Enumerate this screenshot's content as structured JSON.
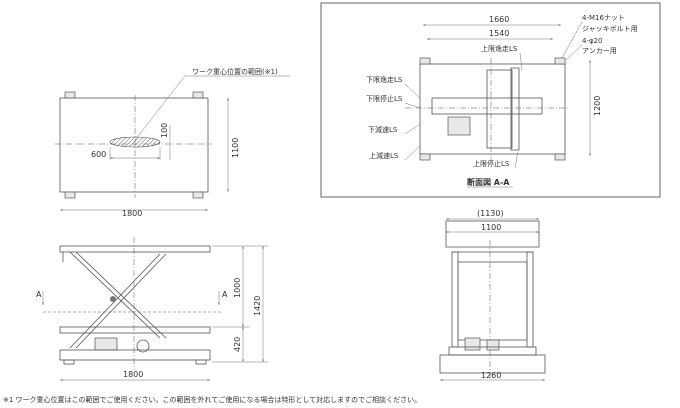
{
  "top_view": {
    "label_cog_range": "ワーク重心位置の範囲(※1)",
    "dim_width": "1800",
    "dim_depth": "1100",
    "dim_cog_height": "100",
    "dim_cog_width": "600"
  },
  "side_view": {
    "section_mark_left": "A",
    "section_mark_right": "A",
    "dim_width": "1800",
    "dim_stroke": "1000",
    "dim_low": "420",
    "dim_high": "1420"
  },
  "front_view": {
    "dim_overall": "(1130)",
    "dim_table": "1100",
    "dim_base": "1260"
  },
  "section_view": {
    "title": "断面図 A-A",
    "dim_outer": "1660",
    "dim_inner": "1540",
    "dim_depth": "1200",
    "note_nut_1": "4-M16ナット",
    "note_nut_2": "ジャッキボルト用",
    "note_anchor_1": "4-φ20",
    "note_anchor_2": "アンカー用",
    "ls_upper_overrun": "上限逸走LS",
    "ls_lower_overrun": "下限逸走LS",
    "ls_lower_stop": "下限停止LS",
    "ls_lower_decel": "下減速LS",
    "ls_upper_decel": "上減速LS",
    "ls_upper_stop": "上限停止LS"
  },
  "footnote": "※1 ワーク重心位置はこの範囲でご使用ください。この範囲を外れてご使用になる場合は特形として対応しますのでご相談ください。"
}
